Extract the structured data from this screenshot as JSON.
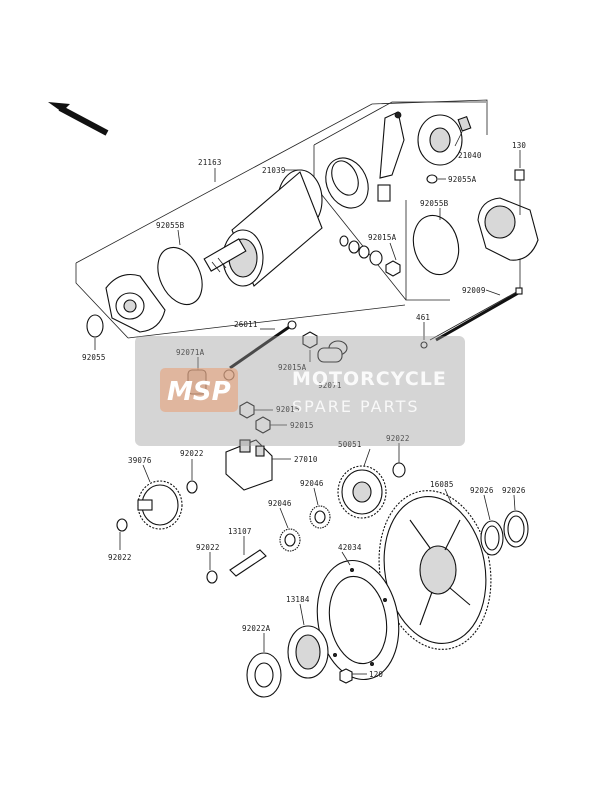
{
  "diagram": {
    "labels": {
      "p21163": "21163",
      "p21039": "21039",
      "p21040": "21040",
      "p130": "130",
      "p92055A": "92055A",
      "p92055B_top": "92055B",
      "p92055B_left": "92055B",
      "p92015A_a": "92015A",
      "p92015A_b": "92015A",
      "p92009": "92009",
      "p461": "461",
      "p26011": "26011",
      "p92071A": "92071A",
      "p92071": "92071",
      "p92055": "92055",
      "p92015_a": "92015",
      "p92015_b": "92015",
      "p27010": "27010",
      "p39076": "39076",
      "p92022_a": "92022",
      "p92022_b": "92022",
      "p92022_c": "92022",
      "p92022_d": "92022",
      "p92022A": "92022A",
      "p50051": "50051",
      "p92046_a": "92046",
      "p92046_b": "92046",
      "p16085": "16085",
      "p92026_a": "92026",
      "p92026_b": "92026",
      "p13107": "13107",
      "p42034": "42034",
      "p13184": "13184",
      "p120": "120"
    }
  },
  "watermark": {
    "logo_text": "MSP",
    "title": "MOTORCYCLE",
    "subtitle": "SPARE PARTS"
  }
}
